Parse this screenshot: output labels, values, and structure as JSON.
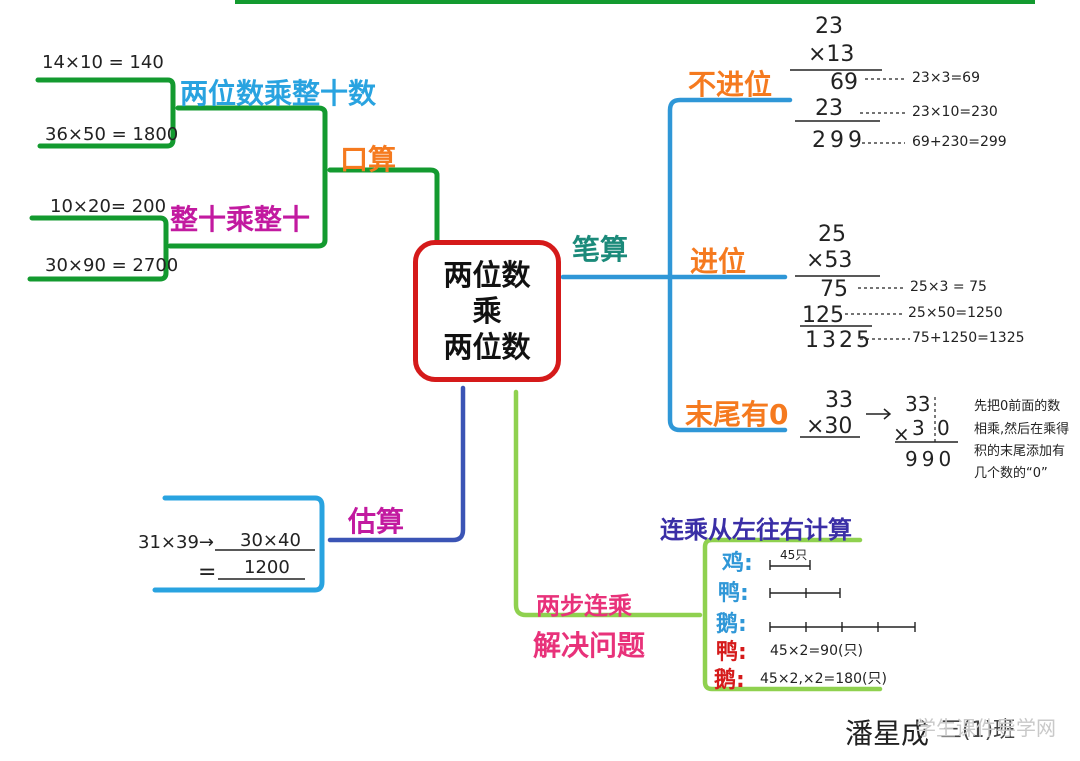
{
  "center": {
    "line1": "两位数",
    "line2": "乘",
    "line3": "两位数"
  },
  "colors": {
    "green": "#139a2f",
    "red": "#d51a1a",
    "teal": "#1b8a7a",
    "blue": "#2f97d7",
    "navy": "#3b54b5",
    "lime": "#8fd14f",
    "orange": "#f57a1f",
    "magenta": "#c21aa0",
    "sky": "#29a3e0",
    "pink": "#e8327a",
    "purple": "#3a2ea6"
  },
  "oral": {
    "label": "口算",
    "sub1": {
      "label": "两位数乘整十数",
      "ex1": "14×10 = 140",
      "ex2": "36×50 = 1800"
    },
    "sub2": {
      "label": "整十乘整十",
      "ex1": "10×20= 200",
      "ex2": "30×90 = 2700"
    }
  },
  "written": {
    "label": "笔算",
    "no_carry": {
      "label": "不进位",
      "top": "23",
      "mult": "×13",
      "p1": "69",
      "p2": "23",
      "res": "299",
      "n1": "23×3=69",
      "n2": "23×10=230",
      "n3": "69+230=299"
    },
    "carry": {
      "label": "进位",
      "top": "25",
      "mult": "×53",
      "p1": "75",
      "p2": "125",
      "res": "1325",
      "n1": "25×3 = 75",
      "n2": "25×50=1250",
      "n3": "75+1250=1325"
    },
    "zero": {
      "label": "末尾有0",
      "top": "33",
      "mult": "×30",
      "top2": "33",
      "mult2": "×",
      "mult2b": "3",
      "mult2c": "0",
      "res": "990",
      "note1": "先把0前面的数",
      "note2": "相乘,然后在乘得",
      "note3": "积的末尾添加有",
      "note4": "几个数的“0”"
    }
  },
  "estimate": {
    "label": "估算",
    "expr": "31×39→",
    "approx": "30×40",
    "eq": "=",
    "result": "1200"
  },
  "word": {
    "label1": "两步连乘",
    "label2": "解决问题",
    "header": "连乘从左往右计算",
    "row1": {
      "label": "鸡:",
      "value": "45只"
    },
    "row2": {
      "label": "鸭:"
    },
    "row3": {
      "label": "鹅:"
    },
    "row4": {
      "label": "鸭:",
      "value": "45×2=90(只)"
    },
    "row5": {
      "label": "鹅:",
      "value": "45×2,×2=180(只)"
    }
  },
  "signature": "潘星成",
  "signature2": "三(1)班",
  "watermark": "学生课件导学网"
}
